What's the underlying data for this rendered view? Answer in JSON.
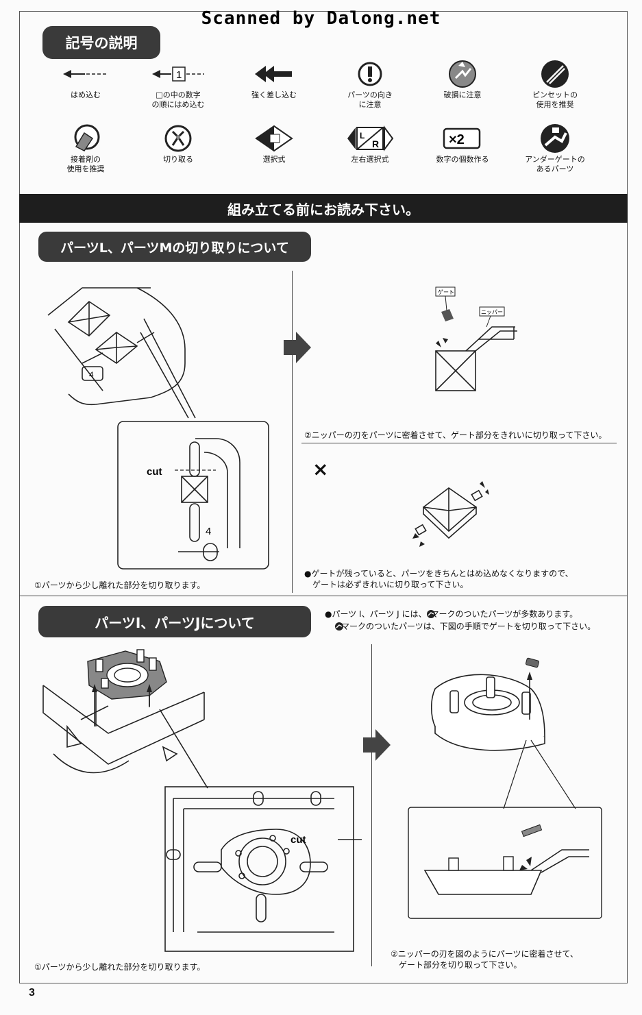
{
  "header": {
    "scan_credit": "Scanned by Dalong.net"
  },
  "legend": {
    "title": "記号の説明",
    "symbols": [
      {
        "icon": "press-in-arrow-icon",
        "label": "はめ込む"
      },
      {
        "icon": "numbered-press-in-icon",
        "number": "1",
        "label": "□の中の数字\nの順にはめ込む"
      },
      {
        "icon": "strong-insert-arrow-icon",
        "label": "強く差し込む"
      },
      {
        "icon": "orientation-warning-icon",
        "label": "パーツの向き\nに注意"
      },
      {
        "icon": "breakage-warning-icon",
        "label": "破損に注意"
      },
      {
        "icon": "tweezers-icon",
        "label": "ピンセットの\n使用を推奨"
      },
      {
        "icon": "glue-icon",
        "label": "接着剤の\n使用を推奨"
      },
      {
        "icon": "nipper-cut-icon",
        "label": "切り取る"
      },
      {
        "icon": "selection-icon",
        "label": "選択式"
      },
      {
        "icon": "left-right-selection-icon",
        "label": "左右選択式"
      },
      {
        "icon": "times-two-icon",
        "number": "×2",
        "label": "数字の個数作る"
      },
      {
        "icon": "under-gate-icon",
        "label": "アンダーゲートの\nあるパーツ"
      }
    ]
  },
  "banner": {
    "text": "組み立てる前にお読み下さい。"
  },
  "section1": {
    "title": "パーツL、パーツMの切り取りについて",
    "cut_label": "cut",
    "part_number": "4",
    "step1": "①パーツから少し離れた部分を切り取ります。",
    "gate_label": "ゲート",
    "nipper_label": "ニッパー",
    "step2": "②ニッパーの刃をパーツに密着させて、ゲート部分をきれいに切り取って下さい。",
    "warning_mark": "×",
    "warning_text": "●ゲートが残っていると、パーツをきちんとはめ込めなくなりますので、\n　ゲートは必ずきれいに切り取って下さい。"
  },
  "section2": {
    "title": "パーツI、パーツJについて",
    "note_line1": "●パーツ I、パーツ J には、　マークのついたパーツが多数あります。",
    "note_line2": "　　マークのついたパーツは、下図の手順でゲートを切り取って下さい。",
    "cut_label": "cut",
    "step1": "①パーツから少し離れた部分を切り取ります。",
    "step2": "②ニッパーの刃を図のようにパーツに密着させて、\n　ゲート部分を切り取って下さい。"
  },
  "footer": {
    "page_number": "3"
  }
}
